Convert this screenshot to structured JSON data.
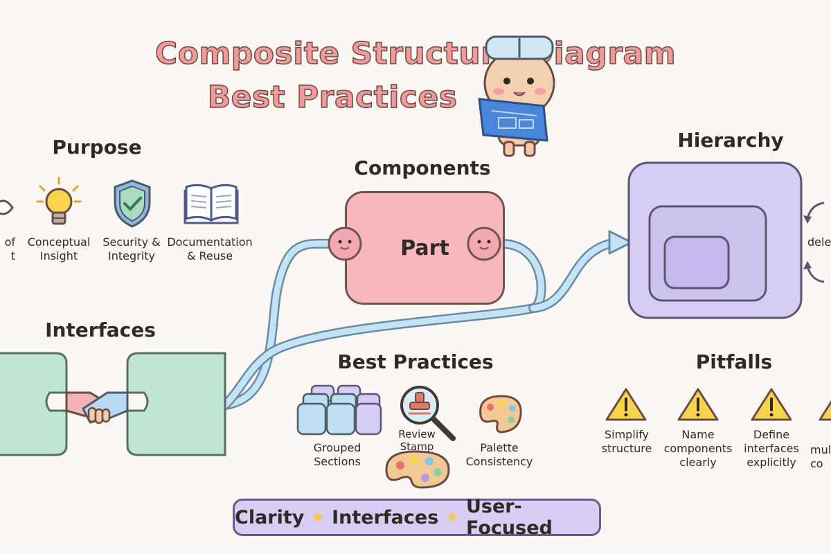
{
  "title": {
    "line1": "Composite Structure Diagram",
    "line2": "Best Practices"
  },
  "sections": {
    "purpose": "Purpose",
    "components": "Components",
    "hierarchy": "Hierarchy",
    "interfaces": "Interfaces",
    "best_practices": "Best Practices",
    "pitfalls": "Pitfalls"
  },
  "purpose_items": [
    {
      "icon": "eye-icon",
      "line1": "of",
      "line2": "t"
    },
    {
      "icon": "lightbulb-icon",
      "line1": "Conceptual",
      "line2": "Insight"
    },
    {
      "icon": "shield-check-icon",
      "line1": "Security &",
      "line2": "Integrity"
    },
    {
      "icon": "book-icon",
      "line1": "Documentation",
      "line2": "& Reuse"
    }
  ],
  "components": {
    "part_label": "Part"
  },
  "hierarchy": {
    "side_label": "dele"
  },
  "best_practice_items": [
    {
      "icon": "blocks-icon",
      "line1": "Grouped",
      "line2": "Sections"
    },
    {
      "icon": "magnifier-stamp-icon",
      "line1": "Review",
      "line2": "Stamp"
    },
    {
      "icon": "palette-icon",
      "line1": "Palette",
      "line2": "Consistency"
    }
  ],
  "pitfall_items": [
    {
      "icon": "warning-icon",
      "line1": "Simplify",
      "line2": "structure",
      "line3": ""
    },
    {
      "icon": "warning-icon",
      "line1": "Name",
      "line2": "components",
      "line3": "clearly"
    },
    {
      "icon": "warning-icon",
      "line1": "Define",
      "line2": "interfaces",
      "line3": "explicitly"
    },
    {
      "icon": "warning-icon",
      "line1": "mul",
      "line2": "co",
      "line3": ""
    }
  ],
  "tagline": {
    "a": "Clarity",
    "b": "Interfaces",
    "c": "User-Focused"
  },
  "colors": {
    "title": "#f09a9a",
    "part": "#f6b8be",
    "hierarchy": "#d6cdf4",
    "interface": "#bfe6cf",
    "connector": "#bfe0f2",
    "tagline": "#d9cdf3",
    "warning": "#f7d54a"
  }
}
